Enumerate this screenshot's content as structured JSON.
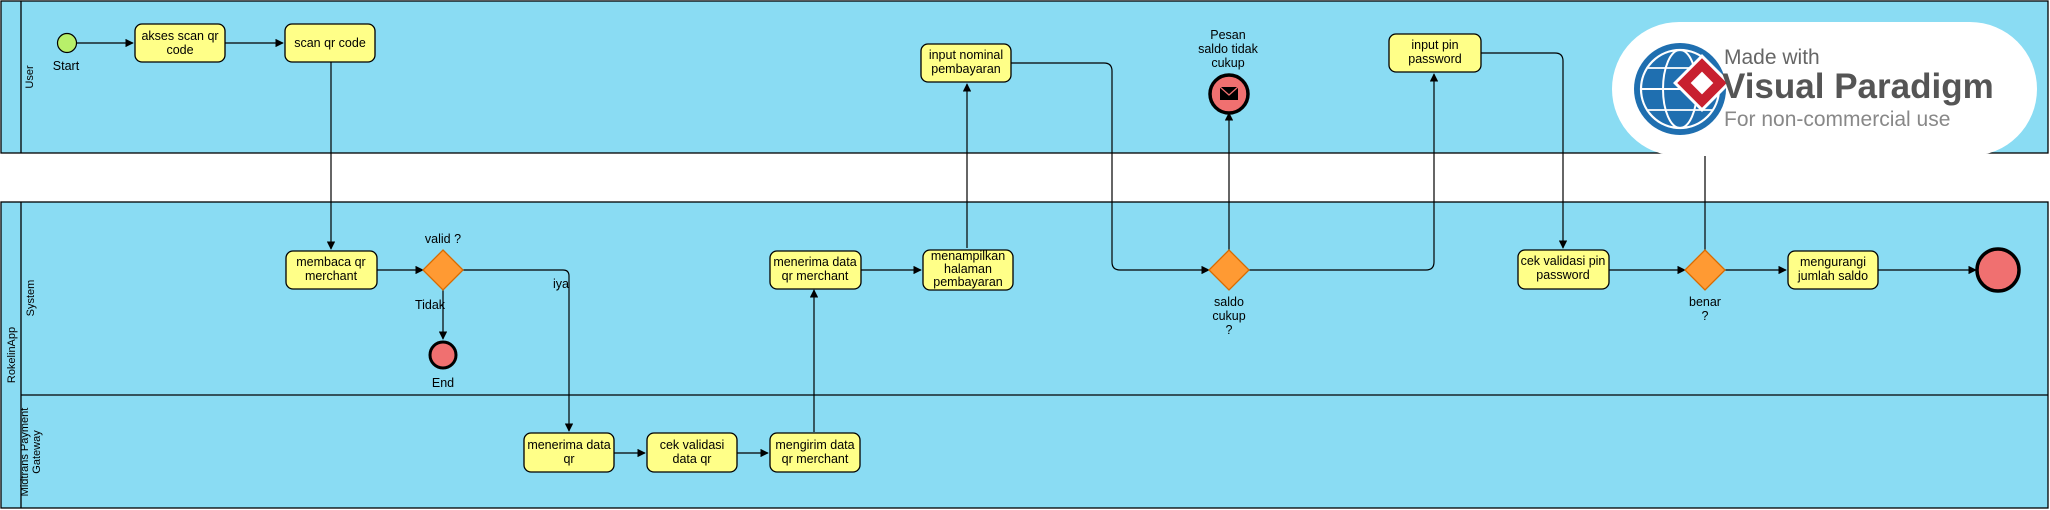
{
  "pools": {
    "user": {
      "lane_label": "User"
    },
    "rokelin": {
      "pool_label": "RokelinApp",
      "lane_system": "System",
      "lane_gateway": [
        "Midtrans Payment",
        "Gateway"
      ]
    }
  },
  "events": {
    "start": "Start",
    "end": "End",
    "message_end": [
      "Pesan",
      "saldo tidak",
      "cukup"
    ]
  },
  "tasks": {
    "akses_scan": [
      "akses scan qr",
      "code"
    ],
    "scan_qr": [
      "scan qr code"
    ],
    "membaca_qr": [
      "membaca qr",
      "merchant"
    ],
    "menerima_data_qr": [
      "menerima data",
      "qr"
    ],
    "cek_validasi_qr": [
      "cek validasi",
      "data qr"
    ],
    "mengirim_data": [
      "mengirim data",
      "qr merchant"
    ],
    "menerima_data_merchant": [
      "menerima data",
      "qr merchant"
    ],
    "menampilkan": [
      "menampilkan",
      "halaman",
      "pembayaran"
    ],
    "input_nominal": [
      "input nominal",
      "pembayaran"
    ],
    "input_pin": [
      "input pin",
      "password"
    ],
    "cek_pin": [
      "cek validasi pin",
      "password"
    ],
    "mengurangi": [
      "mengurangi",
      "jumlah saldo"
    ]
  },
  "gateways": {
    "valid": "valid ?",
    "saldo": [
      "saldo",
      "cukup",
      "?"
    ],
    "benar": [
      "benar",
      "?"
    ]
  },
  "flow_labels": {
    "tidak": "Tidak",
    "iya": "iya"
  },
  "watermark": {
    "line1": "Made with",
    "line2": "Visual Paradigm",
    "line3": "For non-commercial use"
  }
}
